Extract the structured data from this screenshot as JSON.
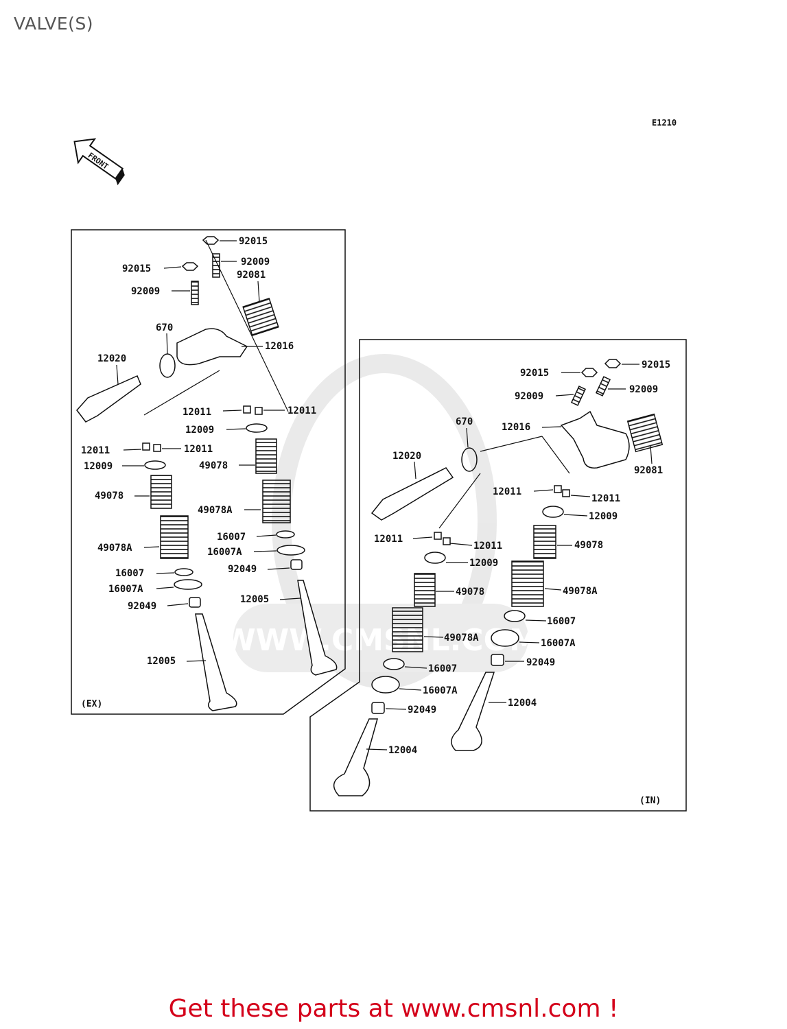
{
  "page_title": "VALVE(S)",
  "diagram_code": "E1210",
  "front_label": "FRONT",
  "call_to_action": "Get these parts at www.cmsnl.com !",
  "watermark_text": "WWW.CMSNL.COM",
  "colors": {
    "cta": "#d4001a",
    "line": "#111111",
    "watermark": "#cccccc"
  },
  "sections": {
    "exhaust": {
      "label": "(EX)",
      "parts": [
        "92015",
        "92015",
        "92009",
        "92009",
        "92081",
        "670",
        "12016",
        "12020",
        "12011",
        "12011",
        "12011",
        "12011",
        "12009",
        "12009",
        "49078",
        "49078",
        "49078A",
        "49078A",
        "16007",
        "16007",
        "16007A",
        "16007A",
        "92049",
        "92049",
        "12005",
        "12005"
      ]
    },
    "intake": {
      "label": "(IN)",
      "parts": [
        "92015",
        "92015",
        "92009",
        "92009",
        "670",
        "12016",
        "92081",
        "12020",
        "12011",
        "12011",
        "12009",
        "12011",
        "12011",
        "49078",
        "12009",
        "49078",
        "49078A",
        "49078A",
        "16007",
        "16007A",
        "92049",
        "16007",
        "16007A",
        "12004",
        "92049",
        "12004"
      ]
    }
  }
}
